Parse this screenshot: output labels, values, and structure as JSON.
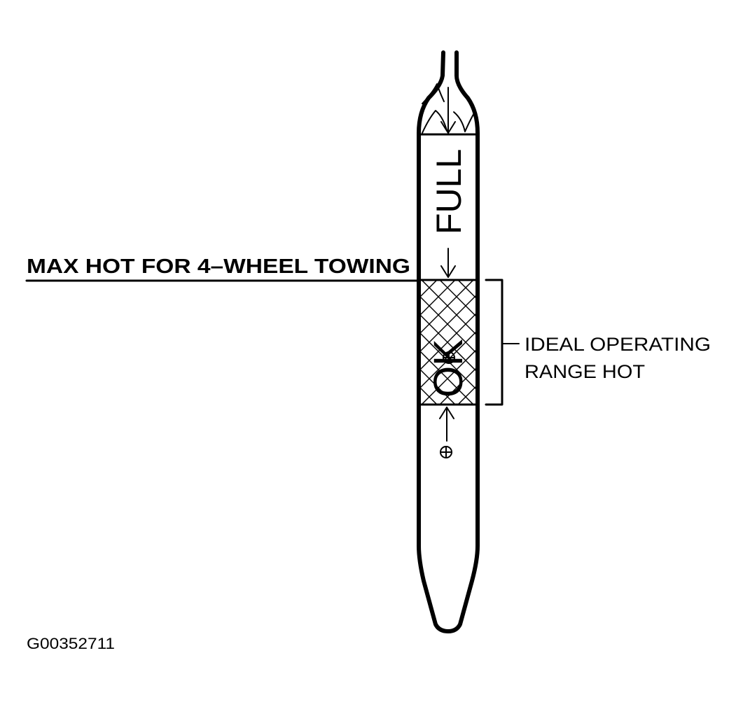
{
  "diagram": {
    "labels": {
      "full": "FULL",
      "ok": "OK",
      "max_hot": "MAX HOT FOR 4–WHEEL TOWING",
      "ideal_range_line1": "IDEAL OPERATING",
      "ideal_range_line2": "RANGE HOT",
      "figure_id": "G00352711"
    },
    "colors": {
      "ink": "#000000",
      "background": "#ffffff"
    }
  }
}
